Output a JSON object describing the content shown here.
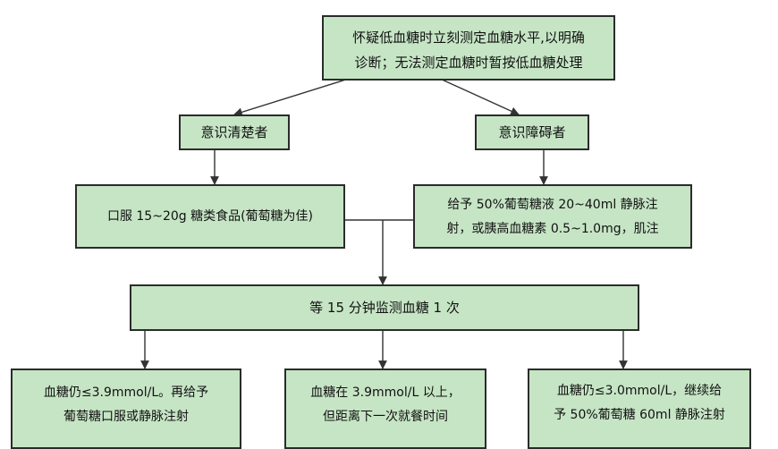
{
  "flowchart": {
    "top": {
      "line1": "怀疑低血糖时立刻测定血糖水平,以明确",
      "line2": "诊断；无法测定血糖时暂按低血糖处理"
    },
    "conscious": {
      "label": "意识清楚者"
    },
    "impaired": {
      "label": "意识障碍者"
    },
    "oral": {
      "label": "口服 15~20g 糖类食品(葡萄糖为佳)"
    },
    "iv": {
      "line1": "给予 50%葡萄糖液 20~40ml 静脉注",
      "line2": "射，或胰高血糖素 0.5~1.0mg，肌注"
    },
    "monitor": {
      "label": "等 15 分钟监测血糖 1 次"
    },
    "result_left": {
      "line1": "血糖仍≤3.9mmol/L。再给予",
      "line2": "葡萄糖口服或静脉注射"
    },
    "result_mid": {
      "line1": "血糖在 3.9mmol/L 以上，",
      "line2": "但距离下一次就餐时间"
    },
    "result_right": {
      "line1": "血糖仍≤3.0mmol/L，继续给",
      "line2": "予 50%葡萄糖 60ml 静脉注射"
    }
  }
}
